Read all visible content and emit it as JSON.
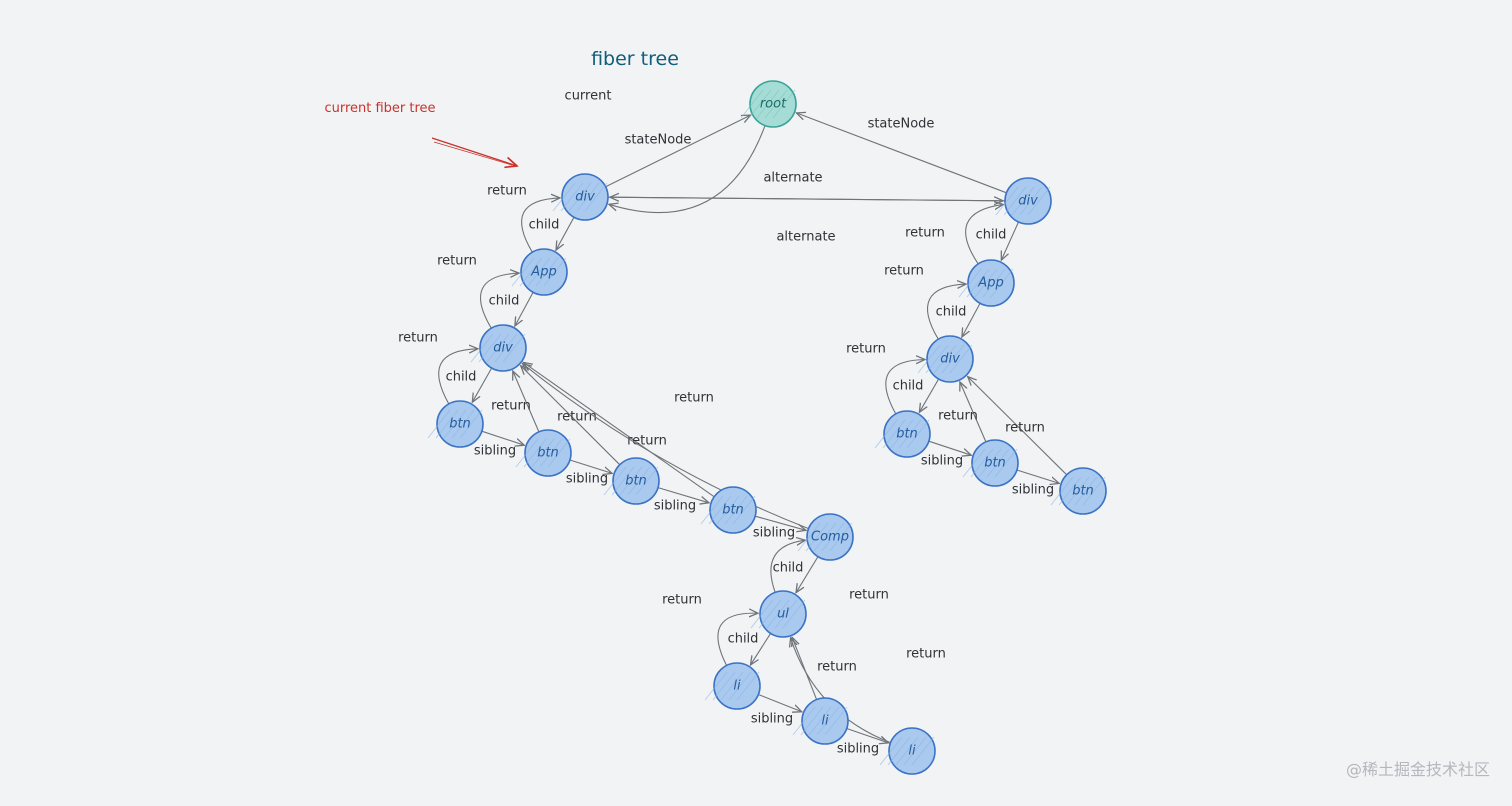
{
  "title": "fiber tree",
  "annotation": "current fiber tree",
  "watermark": "@稀土掘金技术社区",
  "colors": {
    "background": "#f1f3f5",
    "node_fill": "#a9c9ee",
    "node_stroke": "#3b73c6",
    "root_fill": "#a5dcd6",
    "root_stroke": "#3aa39a",
    "edge": "#6f7479",
    "title": "#0d5f7a",
    "annotation": "#c9332c"
  },
  "nodes": [
    {
      "id": "root",
      "label": "root",
      "kind": "root"
    },
    {
      "id": "div_l",
      "label": "div"
    },
    {
      "id": "app_l",
      "label": "App"
    },
    {
      "id": "div2_l",
      "label": "div"
    },
    {
      "id": "btn1_l",
      "label": "btn"
    },
    {
      "id": "btn2_l",
      "label": "btn"
    },
    {
      "id": "btn3_l",
      "label": "btn"
    },
    {
      "id": "btn4_l",
      "label": "btn"
    },
    {
      "id": "comp",
      "label": "Comp"
    },
    {
      "id": "ul",
      "label": "ul"
    },
    {
      "id": "li1",
      "label": "li"
    },
    {
      "id": "li2",
      "label": "li"
    },
    {
      "id": "li3",
      "label": "li"
    },
    {
      "id": "div_r",
      "label": "div"
    },
    {
      "id": "app_r",
      "label": "App"
    },
    {
      "id": "div2_r",
      "label": "div"
    },
    {
      "id": "btn1_r",
      "label": "btn"
    },
    {
      "id": "btn2_r",
      "label": "btn"
    },
    {
      "id": "btn3_r",
      "label": "btn"
    }
  ],
  "edges": [
    {
      "from": "root",
      "to": "div_l",
      "label": "current"
    },
    {
      "from": "div_l",
      "to": "root",
      "label": "stateNode"
    },
    {
      "from": "div_r",
      "to": "root",
      "label": "stateNode"
    },
    {
      "from": "div_l",
      "to": "div_r",
      "label": "alternate"
    },
    {
      "from": "div_r",
      "to": "div_l",
      "label": "alternate"
    },
    {
      "from": "div_l",
      "to": "app_l",
      "label": "child"
    },
    {
      "from": "app_l",
      "to": "div_l",
      "label": "return"
    },
    {
      "from": "app_l",
      "to": "div2_l",
      "label": "child"
    },
    {
      "from": "div2_l",
      "to": "app_l",
      "label": "return"
    },
    {
      "from": "div2_l",
      "to": "btn1_l",
      "label": "child"
    },
    {
      "from": "btn1_l",
      "to": "div2_l",
      "label": "return"
    },
    {
      "from": "btn1_l",
      "to": "btn2_l",
      "label": "sibling"
    },
    {
      "from": "btn2_l",
      "to": "div2_l",
      "label": "return"
    },
    {
      "from": "btn2_l",
      "to": "btn3_l",
      "label": "sibling"
    },
    {
      "from": "btn3_l",
      "to": "div2_l",
      "label": "return"
    },
    {
      "from": "btn3_l",
      "to": "btn4_l",
      "label": "sibling"
    },
    {
      "from": "btn4_l",
      "to": "div2_l",
      "label": "return"
    },
    {
      "from": "btn4_l",
      "to": "comp",
      "label": "sibling"
    },
    {
      "from": "comp",
      "to": "div2_l",
      "label": "return"
    },
    {
      "from": "comp",
      "to": "ul",
      "label": "child"
    },
    {
      "from": "ul",
      "to": "comp",
      "label": "return"
    },
    {
      "from": "ul",
      "to": "li1",
      "label": "child"
    },
    {
      "from": "li1",
      "to": "ul",
      "label": "return"
    },
    {
      "from": "li1",
      "to": "li2",
      "label": "sibling"
    },
    {
      "from": "li2",
      "to": "ul",
      "label": "return"
    },
    {
      "from": "li2",
      "to": "li3",
      "label": "sibling"
    },
    {
      "from": "li3",
      "to": "ul",
      "label": "return"
    },
    {
      "from": "div_r",
      "to": "app_r",
      "label": "child"
    },
    {
      "from": "app_r",
      "to": "div_r",
      "label": "return"
    },
    {
      "from": "app_r",
      "to": "div2_r",
      "label": "child"
    },
    {
      "from": "div2_r",
      "to": "app_r",
      "label": "return"
    },
    {
      "from": "div2_r",
      "to": "btn1_r",
      "label": "child"
    },
    {
      "from": "btn1_r",
      "to": "div2_r",
      "label": "return"
    },
    {
      "from": "btn1_r",
      "to": "btn2_r",
      "label": "sibling"
    },
    {
      "from": "btn2_r",
      "to": "div2_r",
      "label": "return"
    },
    {
      "from": "btn2_r",
      "to": "btn3_r",
      "label": "sibling"
    },
    {
      "from": "btn3_r",
      "to": "div2_r",
      "label": "return"
    }
  ]
}
